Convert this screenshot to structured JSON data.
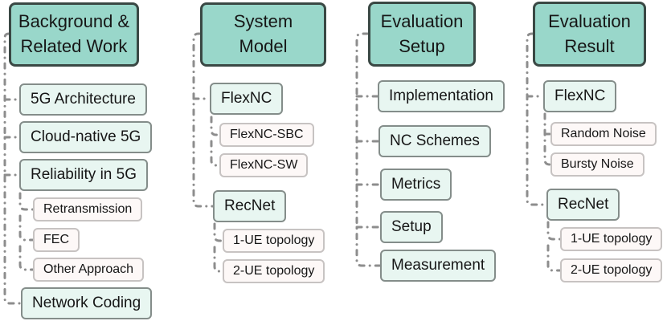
{
  "diagram": {
    "title": "paper-outline-mindmap",
    "colors": {
      "header_fill": "#99d7ca",
      "header_border": "#3a4844",
      "level1_fill": "#e8f6f1",
      "level1_border": "#848d8a",
      "level2_fill": "#fdf8f7",
      "level2_border": "#c7c3c2",
      "connector": "#8d8d8d",
      "text": "#161616"
    },
    "columns": [
      {
        "header": {
          "label": "Background &\nRelated Work"
        },
        "children": [
          {
            "label": "5G Architecture",
            "level": 1
          },
          {
            "label": "Cloud-native 5G",
            "level": 1
          },
          {
            "label": "Reliability in 5G",
            "level": 1
          },
          {
            "label": "Retransmission",
            "level": 2
          },
          {
            "label": "FEC",
            "level": 2
          },
          {
            "label": "Other Approach",
            "level": 2
          },
          {
            "label": "Network Coding",
            "level": 1
          }
        ]
      },
      {
        "header": {
          "label": "System\nModel"
        },
        "children": [
          {
            "label": "FlexNC",
            "level": 1
          },
          {
            "label": "FlexNC-SBC",
            "level": 2
          },
          {
            "label": "FlexNC-SW",
            "level": 2
          },
          {
            "label": "RecNet",
            "level": 1
          },
          {
            "label": "1-UE topology",
            "level": 2
          },
          {
            "label": "2-UE topology",
            "level": 2
          }
        ]
      },
      {
        "header": {
          "label": "Evaluation\nSetup"
        },
        "children": [
          {
            "label": "Implementation",
            "level": 1
          },
          {
            "label": "NC Schemes",
            "level": 1
          },
          {
            "label": "Metrics",
            "level": 1
          },
          {
            "label": "Setup",
            "level": 1
          },
          {
            "label": "Measurement",
            "level": 1
          }
        ]
      },
      {
        "header": {
          "label": "Evaluation\nResult"
        },
        "children": [
          {
            "label": "FlexNC",
            "level": 1
          },
          {
            "label": "Random Noise",
            "level": 2
          },
          {
            "label": "Bursty Noise",
            "level": 2
          },
          {
            "label": "RecNet",
            "level": 1
          },
          {
            "label": "1-UE topology",
            "level": 2
          },
          {
            "label": "2-UE topology",
            "level": 2
          }
        ]
      }
    ]
  }
}
